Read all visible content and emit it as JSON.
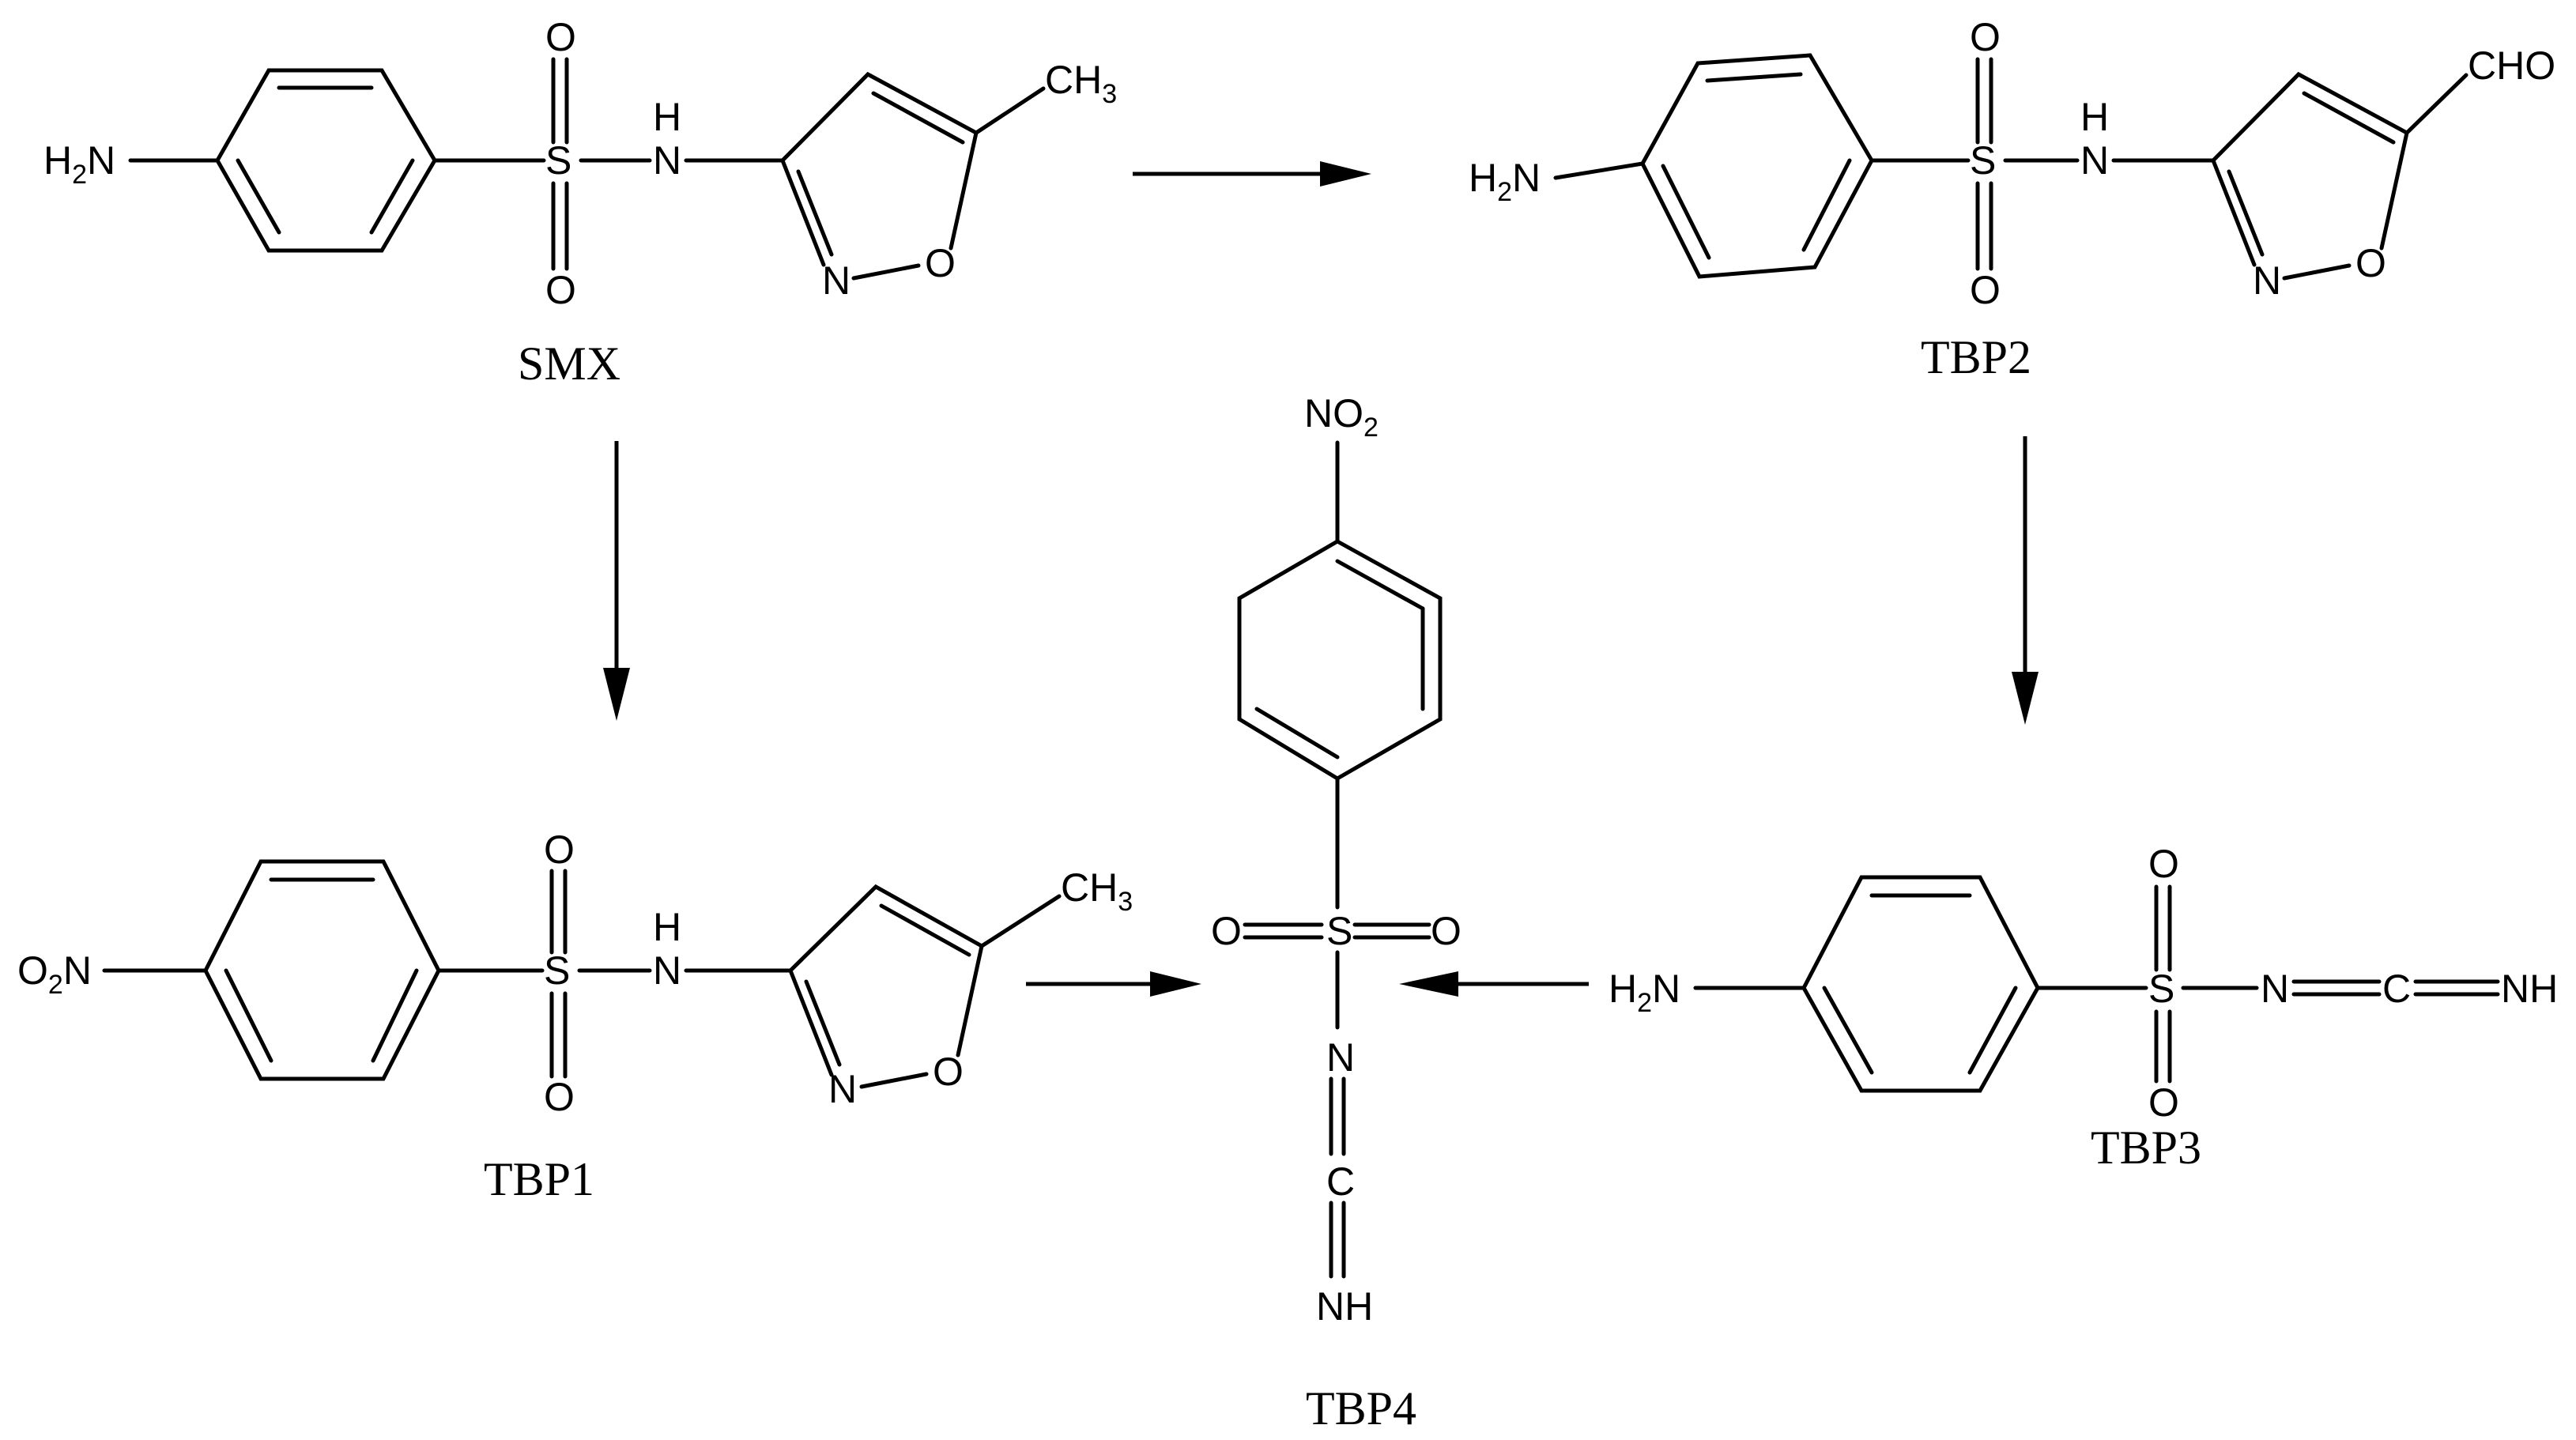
{
  "compounds": {
    "smx": {
      "caption": "SMX",
      "labels": {
        "amine": "H2N",
        "s": "S",
        "o1": "O",
        "o2": "O",
        "nh": "NH",
        "ring_n": "N",
        "ring_o": "O",
        "sub": "CH3"
      }
    },
    "tbp2": {
      "caption": "TBP2",
      "labels": {
        "amine": "H2N",
        "s": "S",
        "o1": "O",
        "o2": "O",
        "nh": "NH",
        "ring_n": "N",
        "ring_o": "O",
        "sub": "CHO"
      }
    },
    "tbp1": {
      "caption": "TBP1",
      "labels": {
        "nitro": "O2N",
        "s": "S",
        "o1": "O",
        "o2": "O",
        "nh": "NH",
        "ring_n": "N",
        "ring_o": "O",
        "sub": "CH3"
      }
    },
    "tbp3": {
      "caption": "TBP3",
      "labels": {
        "amine": "H2N",
        "s": "S",
        "o1": "O",
        "o2": "O",
        "n": "N",
        "c": "C",
        "nh": "NH"
      }
    },
    "tbp4": {
      "caption": "TBP4",
      "labels": {
        "nitro": "NO2",
        "s": "S",
        "o1": "O",
        "o2": "O",
        "n": "N",
        "c": "C",
        "nh": "NH"
      }
    }
  }
}
